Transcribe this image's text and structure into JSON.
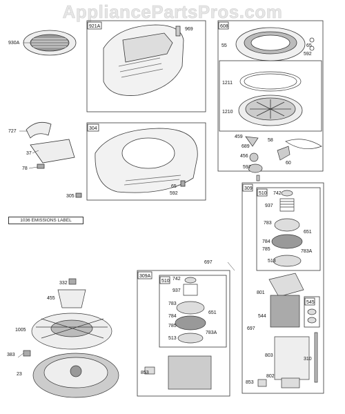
{
  "watermark": "AppliancePartsPros.com",
  "emissions_label": "1036 EMISSIONS LABEL",
  "callouts": {
    "c930A": "930A",
    "c921A": "921A",
    "c969": "969",
    "c608": "608",
    "c55": "55",
    "c65a": "65",
    "c592a": "592",
    "c1211": "1211",
    "c1210": "1210",
    "c459": "459",
    "c58": "58",
    "c689": "689",
    "c456": "456",
    "c60": "60",
    "c597": "597",
    "c727": "727",
    "c37": "37",
    "c78": "78",
    "c304": "304",
    "c305": "305",
    "c65b": "65",
    "c592b": "592",
    "c309": "309",
    "c510a": "510",
    "c742a": "742",
    "c937a": "937",
    "c783a": "783",
    "c651a": "651",
    "c784a": "784",
    "c785a": "785",
    "c783Aa": "783A",
    "c513a": "513",
    "c697a": "697",
    "c801": "801",
    "c544": "544",
    "c545": "545",
    "c697b": "697",
    "c803": "803",
    "c310": "310",
    "c853a": "853",
    "c802": "802",
    "c309A": "309A",
    "c510b": "510",
    "c742b": "742",
    "c937b": "937",
    "c783b": "783",
    "c651b": "651",
    "c784b": "784",
    "c785b": "785",
    "c513b": "513",
    "c783Ab": "783A",
    "c853b": "853",
    "c332": "332",
    "c455": "455",
    "c1005": "1005",
    "c383": "383",
    "c23": "23"
  },
  "colors": {
    "line": "#333333",
    "shade": "#bdbdbd",
    "dark": "#555555"
  }
}
